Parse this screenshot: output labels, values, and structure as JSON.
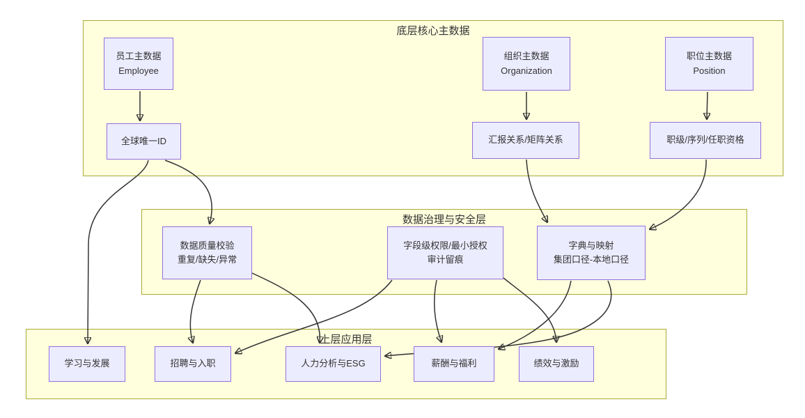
{
  "layers": {
    "core": {
      "title": "底层核心主数据"
    },
    "governance": {
      "title": "数据治理与安全层"
    },
    "application": {
      "title": "上层应用层"
    }
  },
  "nodes": {
    "employee": {
      "line1": "员工主数据",
      "line2": "Employee"
    },
    "organization": {
      "line1": "组织主数据",
      "line2": "Organization"
    },
    "position": {
      "line1": "职位主数据",
      "line2": "Position"
    },
    "global_id": {
      "line1": "全球唯一ID"
    },
    "reporting": {
      "line1": "汇报关系/矩阵关系"
    },
    "grade": {
      "line1": "职级/序列/任职资格"
    },
    "data_quality": {
      "line1": "数据质量校验",
      "line2": "重复/缺失/异常"
    },
    "permission": {
      "line1": "字段级权限/最小授权",
      "line2": "审计留痕"
    },
    "dictionary": {
      "line1": "字典与映射",
      "line2": "集团口径-本地口径"
    },
    "learning": {
      "line1": "学习与发展"
    },
    "recruiting": {
      "line1": "招聘与入职"
    },
    "analytics": {
      "line1": "人力分析与ESG"
    },
    "compensation": {
      "line1": "薪酬与福利"
    },
    "performance": {
      "line1": "绩效与激励"
    }
  },
  "edges": [
    {
      "from": "employee",
      "to": "global_id"
    },
    {
      "from": "organization",
      "to": "reporting"
    },
    {
      "from": "position",
      "to": "grade"
    },
    {
      "from": "global_id",
      "to": "data_quality"
    },
    {
      "from": "global_id",
      "to": "learning"
    },
    {
      "from": "reporting",
      "to": "dictionary"
    },
    {
      "from": "grade",
      "to": "dictionary"
    },
    {
      "from": "data_quality",
      "to": "recruiting"
    },
    {
      "from": "data_quality",
      "to": "analytics"
    },
    {
      "from": "permission",
      "to": "recruiting"
    },
    {
      "from": "permission",
      "to": "compensation"
    },
    {
      "from": "permission",
      "to": "performance"
    },
    {
      "from": "dictionary",
      "to": "compensation"
    },
    {
      "from": "dictionary",
      "to": "analytics"
    }
  ],
  "colors": {
    "layer_fill": "#ffffde",
    "layer_border": "#aaaa33",
    "node_fill": "#ececff",
    "node_border": "#9370db",
    "edge": "#333333",
    "text": "#333333"
  }
}
